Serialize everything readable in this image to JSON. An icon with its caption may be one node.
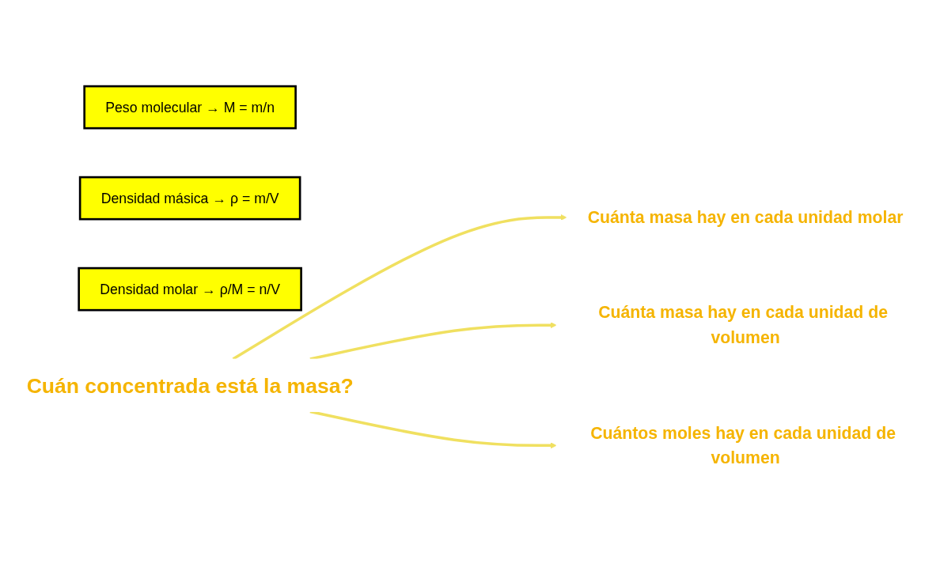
{
  "diagram": {
    "nodes": [
      {
        "text": [
          "Cuán concentrada está la masa?"
        ]
      },
      {
        "text": [
          "Cuánta masa hay en cada unidad molar"
        ]
      },
      {
        "text": [
          "Peso molecular → M = m/n"
        ]
      },
      {
        "text": [
          "Cuánta masa hay en cada unidad de volumen"
        ]
      },
      {
        "text": [
          "Densidad másica → ρ = m/V"
        ]
      },
      {
        "text": [
          "Cuántos moles hay en cada unidad de volumen"
        ]
      },
      {
        "text": [
          "Densidad molar → ρ/M = n/V"
        ]
      }
    ],
    "edges": [
      {
        "from": 0,
        "to": 1,
        "arrow": "to"
      },
      {
        "from": 0,
        "to": 3,
        "arrow": "to"
      },
      {
        "from": 0,
        "to": 5,
        "arrow": "to"
      }
    ]
  }
}
